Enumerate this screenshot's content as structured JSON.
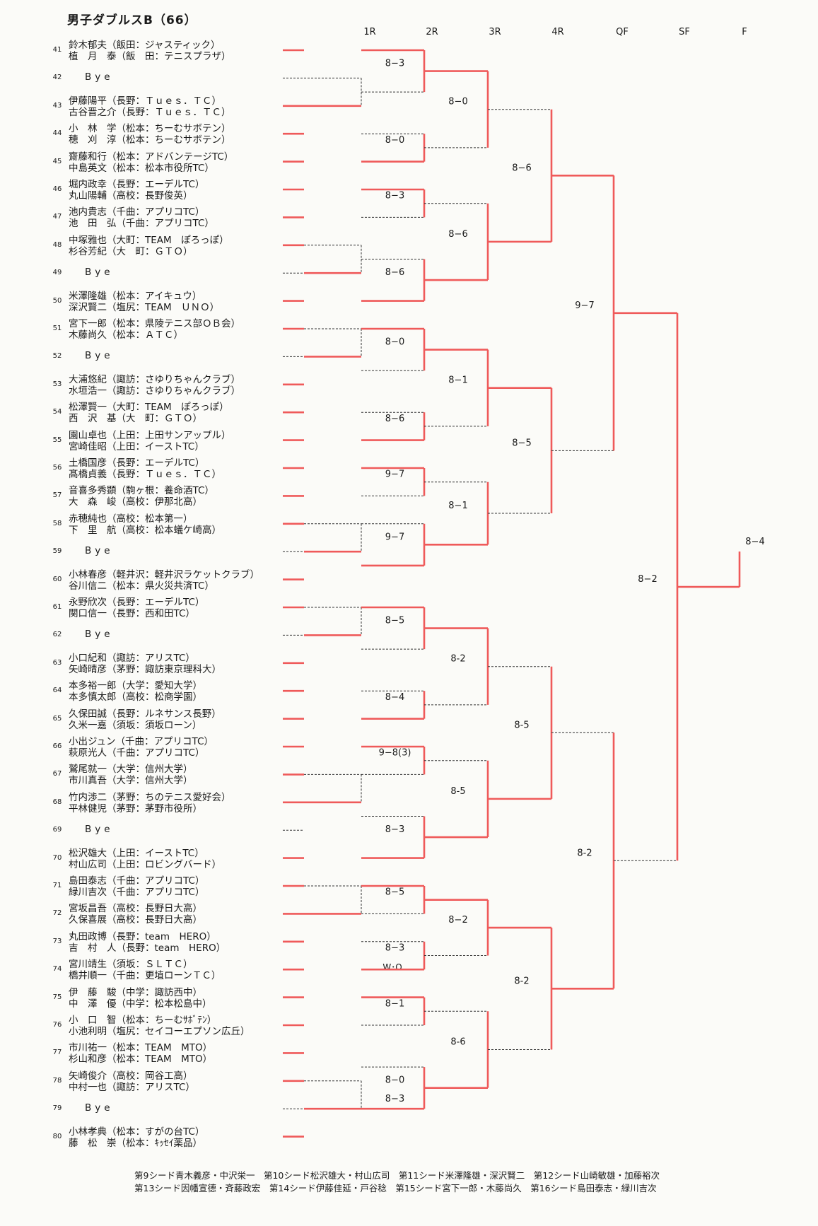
{
  "title": "男子ダブルスB（66）",
  "rounds": [
    "1R",
    "2R",
    "3R",
    "4R",
    "QF",
    "SF",
    "F"
  ],
  "entries": [
    {
      "seed": "41",
      "players": [
        "鈴木郁夫（飯田：ジャスティック）",
        "植　月　泰（飯　田：テニスプラザ）"
      ]
    },
    {
      "seed": "42",
      "bye": "Bye"
    },
    {
      "seed": "43",
      "players": [
        "伊藤陽平（長野：Ｔｕｅｓ．ＴＣ）",
        "古谷晋之介（長野：Ｔｕｅｓ．ＴＣ）"
      ]
    },
    {
      "seed": "44",
      "players": [
        "小　林　学（松本：ちーむサボテン）",
        "穂　刈　淳（松本：ちーむサボテン）"
      ]
    },
    {
      "seed": "45",
      "players": [
        "齋藤和行（松本：アドバンテージTC）",
        "中島英文（松本：松本市役所TC）"
      ]
    },
    {
      "seed": "46",
      "players": [
        "堀内政幸（長野：エーデルTC）",
        "丸山陽輔（高校：長野俊英）"
      ]
    },
    {
      "seed": "47",
      "players": [
        "池内貴志（千曲：アプリコTC）",
        "池　田　弘（千曲：アプリコTC）"
      ]
    },
    {
      "seed": "48",
      "players": [
        "中塚雅也（大町：TEAM　ぽろっぽ）",
        "杉谷芳紀（大　町：ＧＴＯ）"
      ]
    },
    {
      "seed": "49",
      "bye": "Bye"
    },
    {
      "seed": "50",
      "players": [
        "米澤隆雄（松本：アイキュウ）",
        "深沢賢二（塩尻：TEAM　ＵＮＯ）"
      ]
    },
    {
      "seed": "51",
      "players": [
        "宮下一郎（松本：県陵テニス部ＯＢ会）",
        "木藤尚久（松本：ＡＴＣ）"
      ]
    },
    {
      "seed": "52",
      "bye": "Bye"
    },
    {
      "seed": "53",
      "players": [
        "大浦悠紀（諏訪：さゆりちゃんクラブ）",
        "水垣浩一（諏訪：さゆりちゃんクラブ）"
      ]
    },
    {
      "seed": "54",
      "players": [
        "松澤賢一（大町：TEAM　ぽろっぽ）",
        "西　沢　基（大　町：ＧＴＯ）"
      ]
    },
    {
      "seed": "55",
      "players": [
        "園山卓也（上田：上田サンアップル）",
        "宮崎佳昭（上田：イーストTC）"
      ]
    },
    {
      "seed": "56",
      "players": [
        "土橋国彦（長野：エーデルTC）",
        "髙橋貞義（長野：Ｔｕｅｓ．ＴＣ）"
      ]
    },
    {
      "seed": "57",
      "players": [
        "音喜多秀顕（駒ヶ根：養命酒TC）",
        "大　森　峻（高校：伊那北高）"
      ]
    },
    {
      "seed": "58",
      "players": [
        "赤穂純也（高校：松本第一）",
        "下　里　航（高校：松本蟻ケ崎高）"
      ]
    },
    {
      "seed": "59",
      "bye": "Bye"
    },
    {
      "seed": "60",
      "players": [
        "小林春彦（軽井沢：軽井沢ラケットクラブ）",
        "谷川信二（松本：県火災共済TC）"
      ]
    },
    {
      "seed": "61",
      "players": [
        "永野欣次（長野：エーデルTC）",
        "関口信一（長野：西和田TC）"
      ]
    },
    {
      "seed": "62",
      "bye": "Bye"
    },
    {
      "seed": "63",
      "players": [
        "小口紀和（諏訪：アリスTC）",
        "矢崎晴彦（茅野：諏訪東京理科大）"
      ]
    },
    {
      "seed": "64",
      "players": [
        "本多裕一郎（大学：愛知大学）",
        "本多慎太郎（高校：松商学園）"
      ]
    },
    {
      "seed": "65",
      "players": [
        "久保田誠（長野：ルネサンス長野）",
        "久米一嘉（須坂：須坂ローン）"
      ]
    },
    {
      "seed": "66",
      "players": [
        "小出ジュン（千曲：アプリコTC）",
        "萩原光人（千曲：アプリコTC）"
      ]
    },
    {
      "seed": "67",
      "players": [
        "鷲尾就一（大学：信州大学）",
        "市川真吾（大学：信州大学）"
      ]
    },
    {
      "seed": "68",
      "players": [
        "竹内渉二（茅野：ちのテニス愛好会）",
        "平林健児（茅野：茅野市役所）"
      ]
    },
    {
      "seed": "69",
      "bye": "Bye"
    },
    {
      "seed": "70",
      "players": [
        "松沢雄大（上田：イーストTC）",
        "村山広司（上田：ロビングバード）"
      ]
    },
    {
      "seed": "71",
      "players": [
        "島田泰志（千曲：アプリコTC）",
        "緑川吉次（千曲：アプリコTC）"
      ]
    },
    {
      "seed": "72",
      "players": [
        "宮坂昌吾（高校：長野日大高）",
        "久保喜展（高校：長野日大高）"
      ]
    },
    {
      "seed": "73",
      "players": [
        "丸田政博（長野：team　HERO）",
        "吉　村　人（長野：team　HERO）"
      ]
    },
    {
      "seed": "74",
      "players": [
        "宮川靖生（須坂：ＳＬＴＣ）",
        "橋井順一（千曲：更埴ローンＴＣ）"
      ]
    },
    {
      "seed": "75",
      "players": [
        "伊　藤　駿（中学：諏訪西中）",
        "中　澤　優（中学：松本松島中）"
      ]
    },
    {
      "seed": "76",
      "players": [
        "小　口　智（松本：ちーむｻﾎﾞﾃﾝ）",
        "小池利明（塩尻：セイコーエプソン広丘）"
      ]
    },
    {
      "seed": "77",
      "players": [
        "市川祐一（松本：TEAM　MTO）",
        "杉山和彦（松本：TEAM　MTO）"
      ]
    },
    {
      "seed": "78",
      "players": [
        "矢崎俊介（高校：岡谷工高）",
        "中村一也（諏訪：アリスTC）"
      ]
    },
    {
      "seed": "79",
      "bye": "Bye"
    },
    {
      "seed": "80",
      "players": [
        "小林孝典（松本：すがの台TC）",
        "藤　松　崇（松本：ｷｯｾｲ薬品）"
      ]
    }
  ],
  "scores": {
    "r1": [
      "W･O"
    ],
    "r2": [
      "8−3",
      "8−0",
      "8−3",
      "8−6",
      "8−0",
      "8−6",
      "9−7",
      "9−7",
      "8−5",
      "8−4",
      "9−8(3)",
      "8−3",
      "8−5",
      "8−3",
      "8−1",
      "8−0",
      "8−3"
    ],
    "r3": [
      "8−0",
      "8−6",
      "8−1",
      "8−1",
      "8-2",
      "8-5",
      "8−2",
      "8-6"
    ],
    "r4": [
      "8−6",
      "8−5",
      "8-5",
      "8-2"
    ],
    "qf": [
      "9−7",
      "8-2"
    ],
    "sf": [
      "8−2"
    ],
    "f": [
      "8−4"
    ]
  },
  "footer": [
    "第9シード青木義彦・中沢栄一　第10シード松沢雄大・村山広司　第11シード米澤隆雄・深沢賢二　第12シード山崎敏雄・加藤裕次",
    "第13シード因幡宣德・斉藤政宏　第14シード伊藤佳延・戸谷稔　第15シード宮下一郎・木藤尚久　第16シード島田泰志・緑川吉次"
  ],
  "colors": {
    "winner_line": "#ef5a5a",
    "loser_line": "#333333"
  }
}
